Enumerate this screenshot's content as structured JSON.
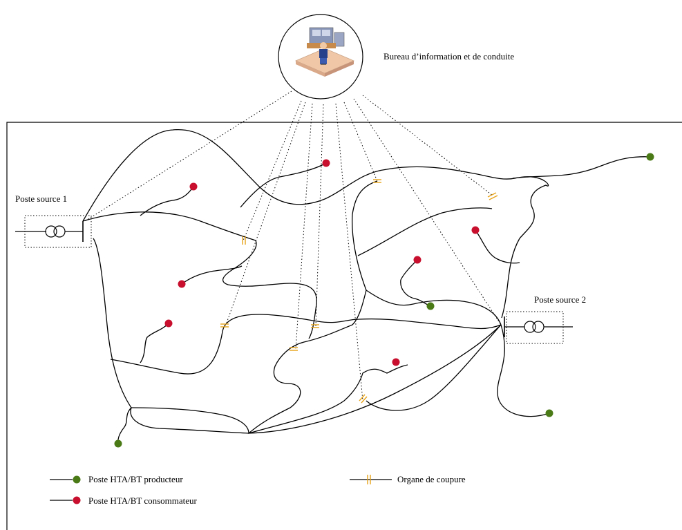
{
  "control_center": {
    "label": "Bureau d’information et de conduite",
    "icon": "control-room-operator-icon"
  },
  "substations": [
    {
      "id": "source-1",
      "label": "Poste source 1",
      "icon": "transformer-icon"
    },
    {
      "id": "source-2",
      "label": "Poste source 2",
      "icon": "transformer-icon"
    }
  ],
  "colors": {
    "producer": "#4a7a16",
    "consumer": "#c8102e",
    "switch": "#e8a317",
    "line": "#000000"
  },
  "legend": {
    "producer": "Poste HTA/BT producteur",
    "consumer": "Poste HTA/BT consommateur",
    "switch": "Organe de coupure"
  }
}
